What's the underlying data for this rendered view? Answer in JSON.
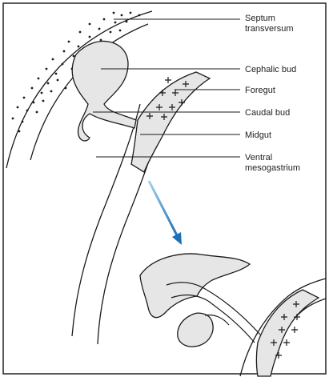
{
  "figure": {
    "labels": {
      "septum_line1": "Septum",
      "septum_line2": "transversum",
      "cephalic_bud": "Cephalic bud",
      "foregut": "Foregut",
      "caudal_bud": "Caudal bud",
      "midgut": "Midgut",
      "ventral_line1": "Ventral",
      "ventral_line2": "mesogastrium"
    },
    "colors": {
      "line": "#1a1a1a",
      "tissue_fill": "#e6e6e6",
      "arrow": "#3fa0d8",
      "background": "#ffffff"
    },
    "icons": {
      "transition": "down-arrow-icon",
      "endoderm_marks": "plus-icon"
    }
  }
}
